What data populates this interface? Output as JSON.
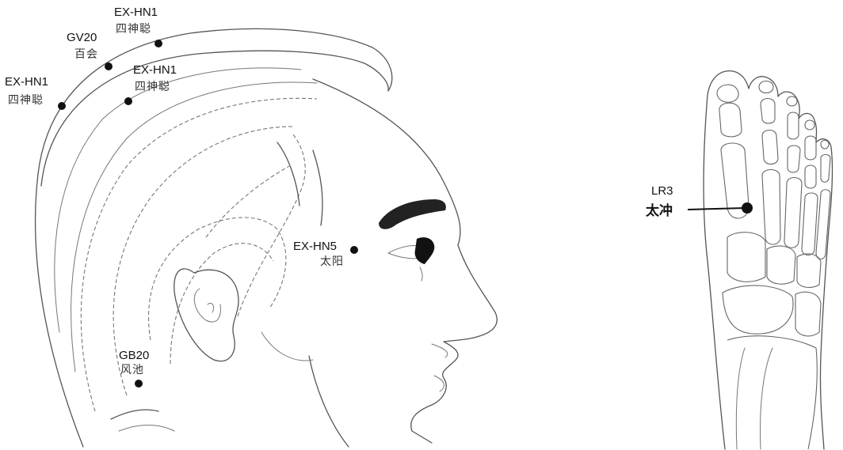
{
  "points": {
    "ex_hn1_top": {
      "code": "EX-HN1",
      "name": "四神聪"
    },
    "gv20": {
      "code": "GV20",
      "name": "百会"
    },
    "ex_hn1_mid": {
      "code": "EX-HN1",
      "name": "四神聪"
    },
    "ex_hn1_left": {
      "code": "EX-HN1",
      "name": "四神聪"
    },
    "ex_hn5": {
      "code": "EX-HN5",
      "name": "太阳"
    },
    "gb20": {
      "code": "GB20",
      "name": "风池"
    },
    "lr3": {
      "code": "LR3",
      "name": "太冲"
    }
  },
  "colors": {
    "ink": "#111111",
    "line": "#555555",
    "background": "#ffffff"
  }
}
